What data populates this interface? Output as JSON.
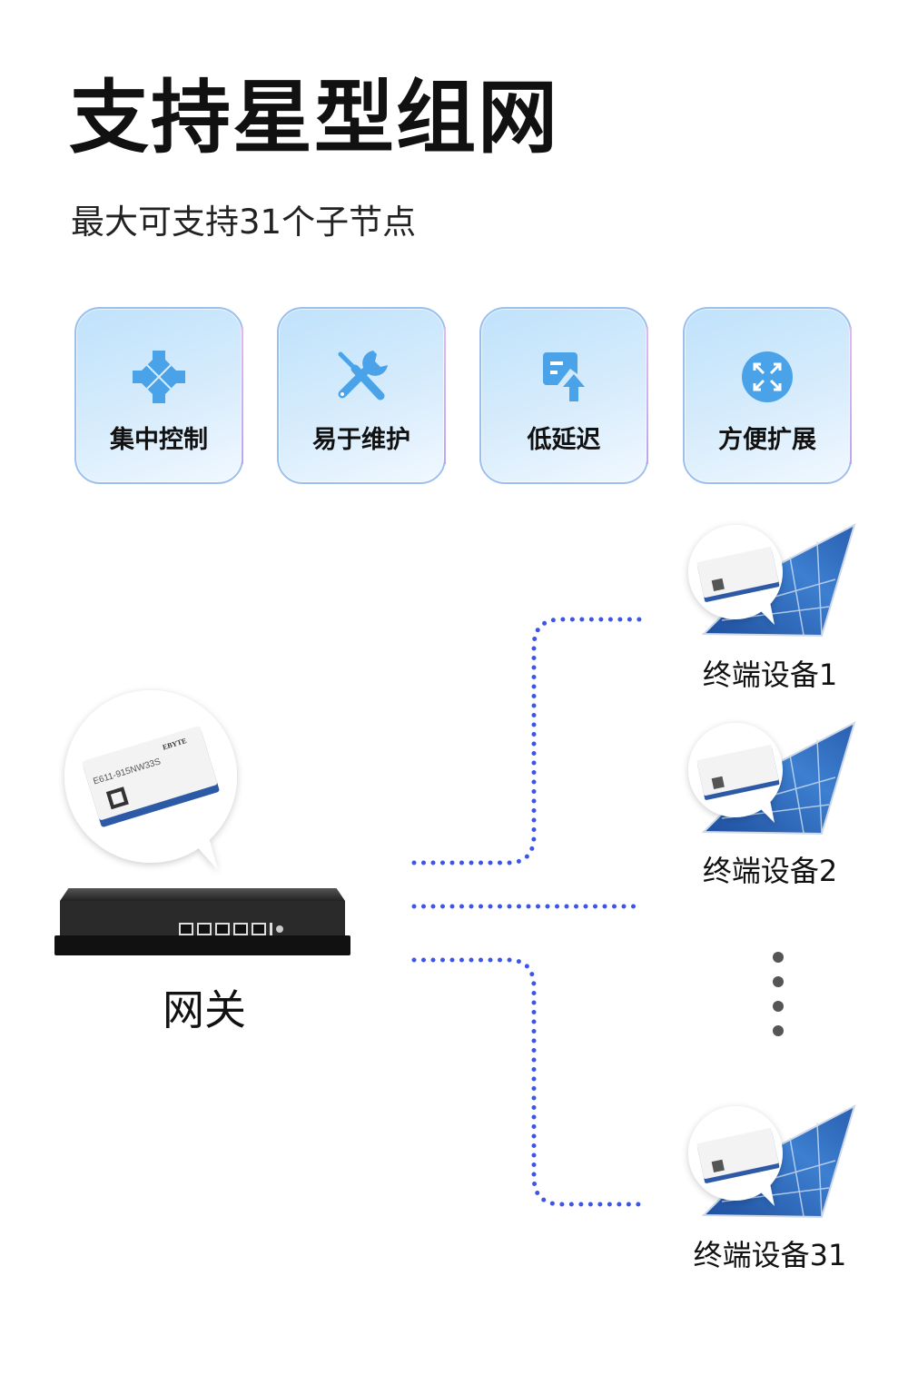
{
  "header": {
    "title": "支持星型组网",
    "subtitle": "最大可支持31个子节点"
  },
  "features": [
    {
      "label": "集中控制",
      "icon": "central-control-icon"
    },
    {
      "label": "易于维护",
      "icon": "tools-icon"
    },
    {
      "label": "低延迟",
      "icon": "low-latency-icon"
    },
    {
      "label": "方便扩展",
      "icon": "expand-icon"
    }
  ],
  "gateway": {
    "label": "网关",
    "module_model": "E611-915NW33S",
    "module_brand": "EBYTE"
  },
  "devices": [
    {
      "label": "终端设备1"
    },
    {
      "label": "终端设备2"
    },
    {
      "label": "终端设备31"
    }
  ],
  "colors": {
    "accent": "#4aa3e8",
    "dotted_line": "#3d55e6",
    "card_border": "#9cc0ee"
  }
}
